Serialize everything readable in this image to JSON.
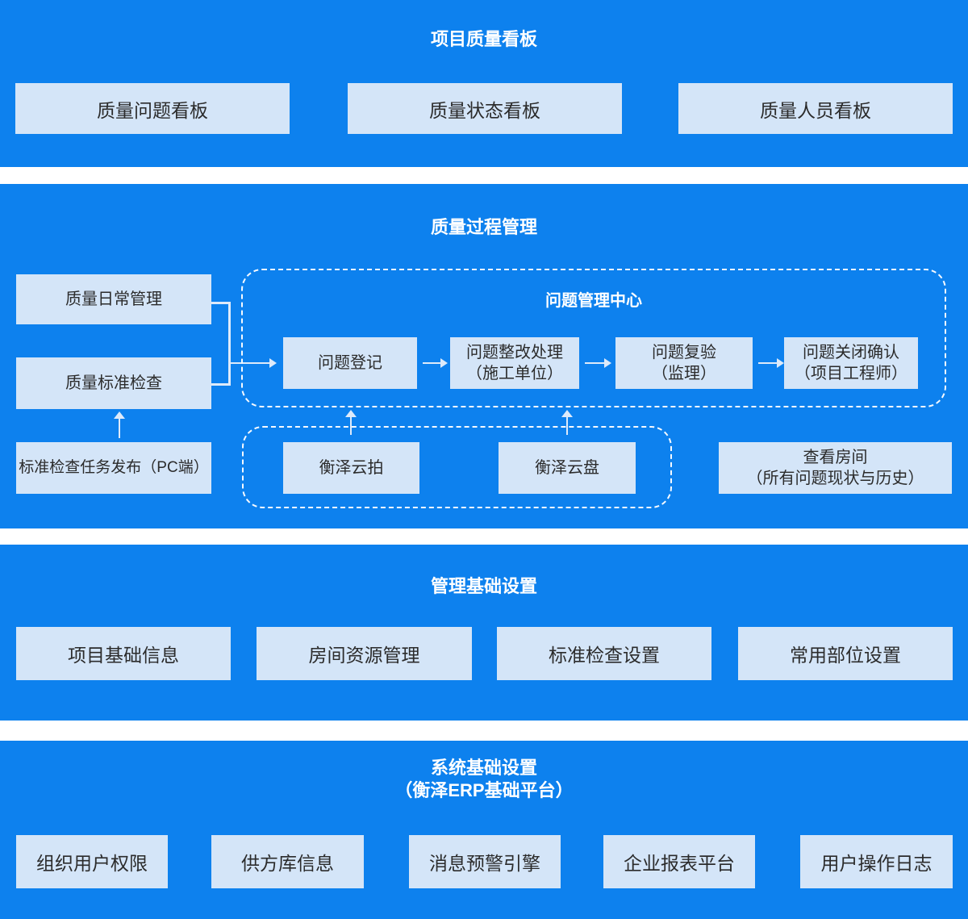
{
  "colors": {
    "band_blue": "#0d81ee",
    "box_bg": "#d4e5f8",
    "box_text": "#2b2b2b",
    "title_text": "#ffffff"
  },
  "sections": {
    "dashboard": {
      "title": "项目质量看板",
      "boxes": [
        "质量问题看板",
        "质量状态看板",
        "质量人员看板"
      ]
    },
    "process": {
      "title": "质量过程管理",
      "left_boxes": [
        "质量日常管理",
        "质量标准检查",
        "标准检查任务发布（PC端）"
      ],
      "issue_center": {
        "title": "问题管理中心",
        "flow": [
          {
            "line1": "问题登记"
          },
          {
            "line1": "问题整改处理",
            "line2": "（施工单位）"
          },
          {
            "line1": "问题复验",
            "line2": "（监理）"
          },
          {
            "line1": "问题关闭确认",
            "line2": "（项目工程师）"
          }
        ]
      },
      "tools": [
        "衡泽云拍",
        "衡泽云盘"
      ],
      "room_view": {
        "line1": "查看房间",
        "line2": "（所有问题现状与历史）"
      }
    },
    "management_settings": {
      "title": "管理基础设置",
      "boxes": [
        "项目基础信息",
        "房间资源管理",
        "标准检查设置",
        "常用部位设置"
      ]
    },
    "system_settings": {
      "title_line1": "系统基础设置",
      "title_line2": "（衡泽ERP基础平台）",
      "boxes": [
        "组织用户权限",
        "供方库信息",
        "消息预警引擎",
        "企业报表平台",
        "用户操作日志"
      ]
    }
  }
}
